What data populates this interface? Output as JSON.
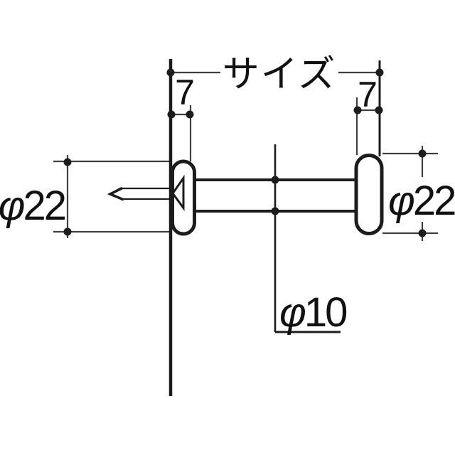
{
  "drawing": {
    "size_label": "サイズ",
    "left_offset_value": "7",
    "right_offset_value": "7",
    "diameter_symbol": "φ",
    "left_flange_diameter_value": "22",
    "right_flange_diameter_value": "22",
    "rod_diameter_value": "10"
  },
  "colors": {
    "line": "#1c1c1c",
    "dim-line": "#3f3f3f",
    "bg": "#ffffff",
    "text": "#111111"
  }
}
